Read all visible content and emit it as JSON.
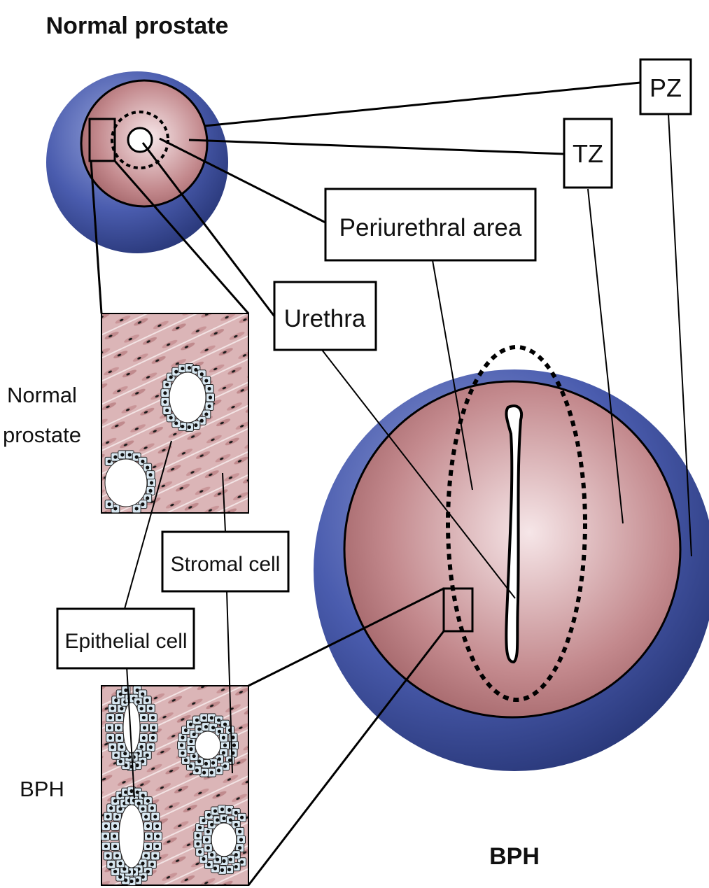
{
  "titles": {
    "normal": "Normal prostate",
    "bph": "BPH"
  },
  "callouts": {
    "pz": "PZ",
    "tz": "TZ",
    "periurethral": "Periurethral area",
    "urethra": "Urethra",
    "stromal": "Stromal cell",
    "epithelial": "Epithelial cell"
  },
  "side_labels": {
    "normal_line1": "Normal",
    "normal_line2": "prostate",
    "bph": "BPH"
  },
  "colors": {
    "outer_zone": "#3e51a0",
    "inner_zone": "#a8666a",
    "stroma": "#d9b0b2",
    "epithelium": "#d8e8f2"
  }
}
